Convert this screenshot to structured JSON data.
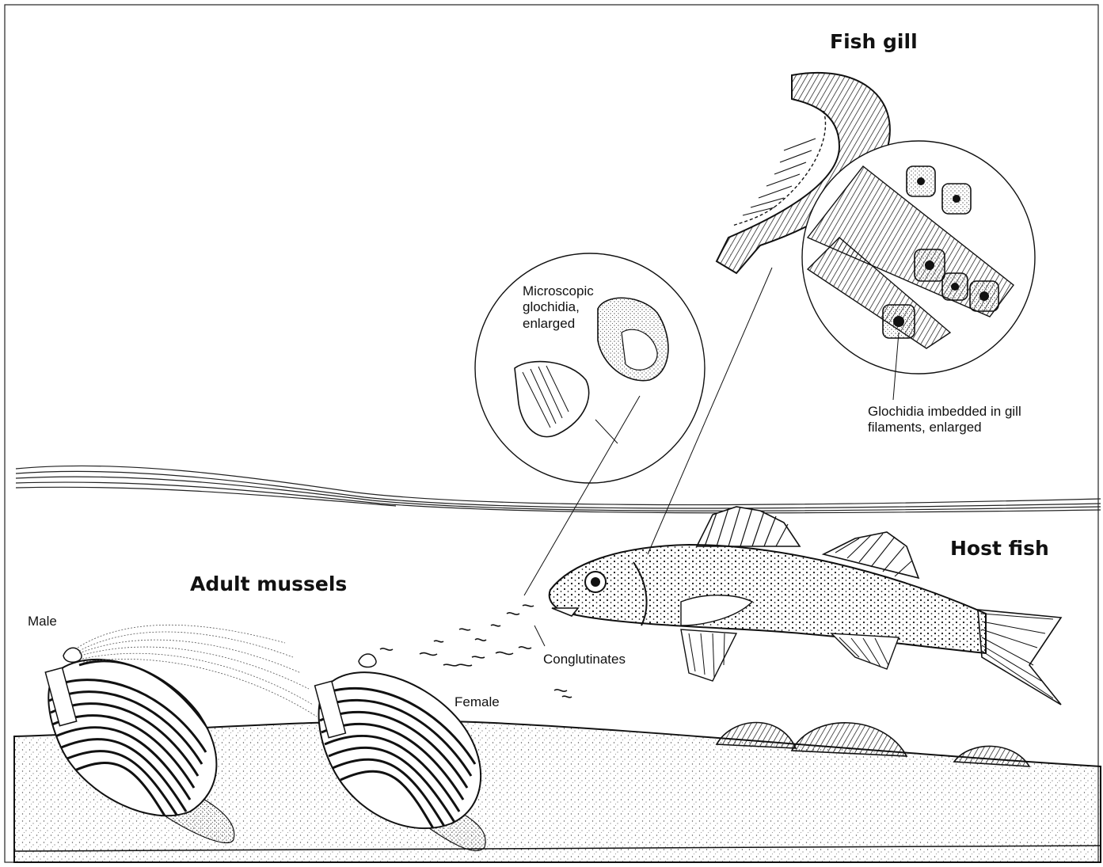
{
  "labels": {
    "fish_gill": "Fish gill",
    "host_fish": "Host fish",
    "adult_mussels": "Adult mussels",
    "microscopic_glochidia": "Microscopic\nglochidia,\nenlarged",
    "glochidia_imbedded": "Glochidia imbedded in gill\nfilaments, enlarged",
    "male": "Male",
    "female": "Female",
    "conglutinates": "Conglutinates"
  },
  "colors": {
    "ink": "#111111",
    "background": "#ffffff",
    "sediment_stipple": "#555555"
  }
}
